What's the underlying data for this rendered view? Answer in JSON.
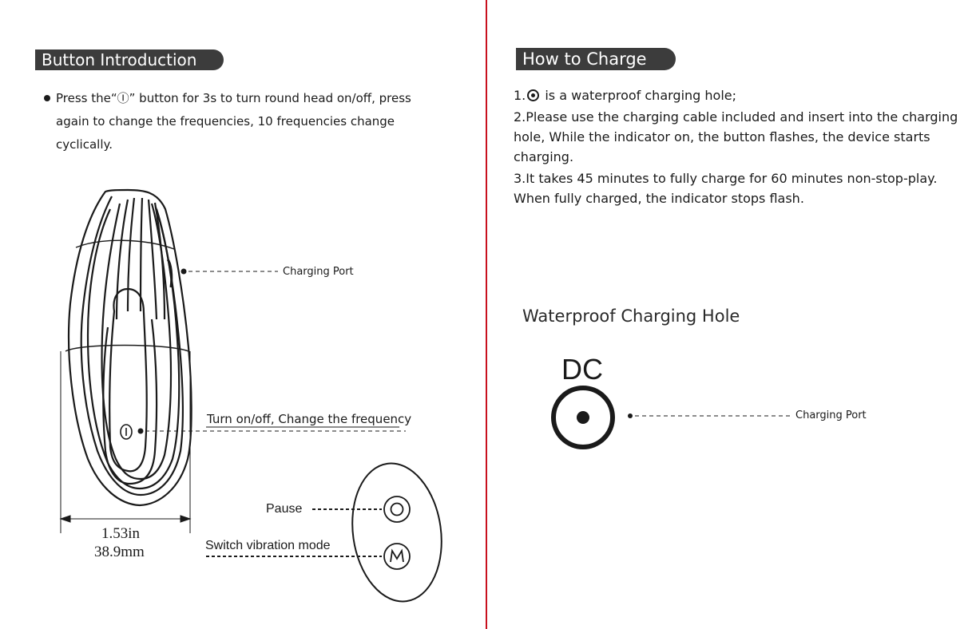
{
  "left": {
    "section_title": "Button Introduction",
    "bullet_line1": "Press  the“Ⓘ”  button  for 3s to turn round head on/off, press",
    "bullet_line2": "again to change the frequencies, 10 frequencies change",
    "bullet_line3": "cyclically.",
    "callout_charging_port": "Charging Port",
    "callout_power": "Turn on/off, Change the frequency",
    "dim_in": "1.53in",
    "dim_mm": "38.9mm",
    "remote_pause": "Pause",
    "remote_switch": "Switch vibration mode"
  },
  "right": {
    "section_title": "How to Charge",
    "step1_prefix": "1.",
    "step1_text": " is a waterproof charging hole;",
    "step2": "2.Please use the charging cable included and insert into the charging hole, While the indicator on, the button flashes, the device starts charging.",
    "step3": "3.It takes 45 minutes to fully charge for 60 minutes non-stop-play. When fully charged, the indicator stops flash.",
    "waterproof_title": "Waterproof Charging Hole",
    "dc_label": "DC",
    "callout_charging_port": "Charging Port"
  },
  "colors": {
    "divider": "#c8101e",
    "pill_bg": "#3c3c3c",
    "ink": "#1a1a1a"
  }
}
